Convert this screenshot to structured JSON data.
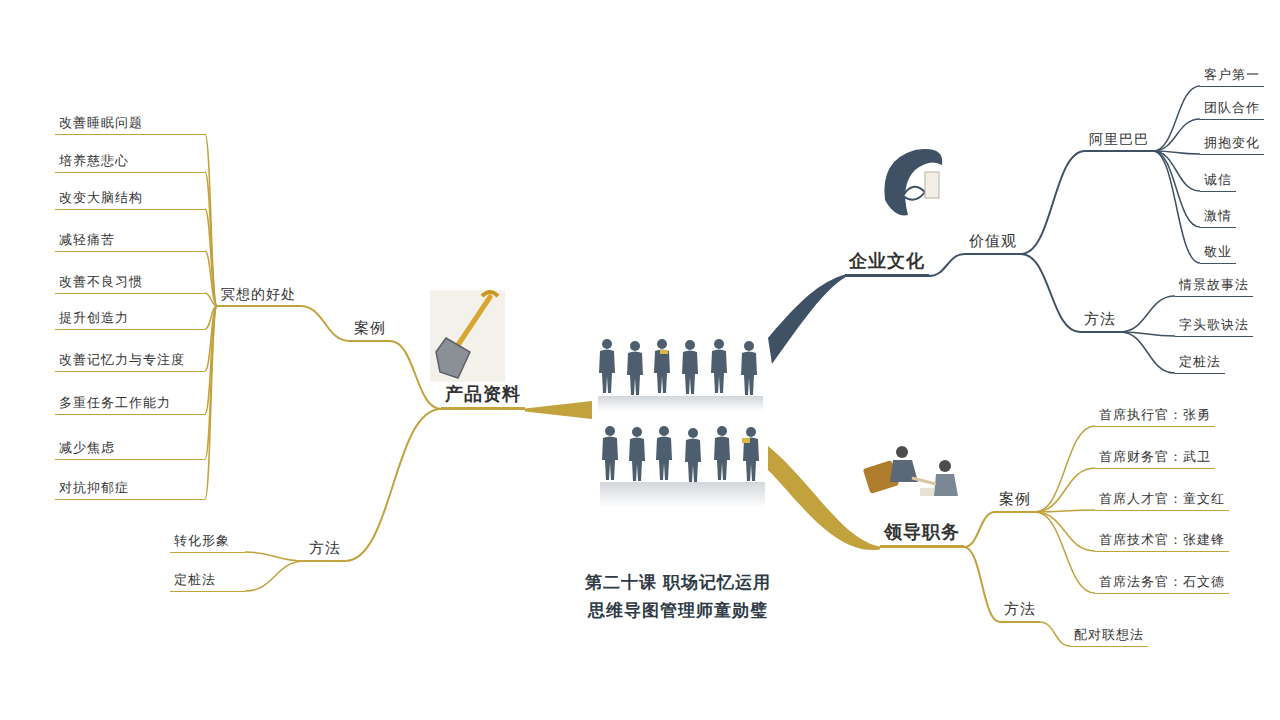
{
  "diagram": {
    "title": "第二十课 职场记忆运用",
    "caption": "思维导图管理师童勋璧",
    "nodes": [
      {
        "text": [
          "产品资料"
        ]
      },
      {
        "text": [
          "案例"
        ]
      },
      {
        "text": [
          "冥想的好处"
        ]
      },
      {
        "text": [
          "改善睡眠问题"
        ]
      },
      {
        "text": [
          "培养慈悲心"
        ]
      },
      {
        "text": [
          "改变大脑结构"
        ]
      },
      {
        "text": [
          "减轻痛苦"
        ]
      },
      {
        "text": [
          "改善不良习惯"
        ]
      },
      {
        "text": [
          "提升创造力"
        ]
      },
      {
        "text": [
          "改善记忆力与专注度"
        ]
      },
      {
        "text": [
          "多重任务工作能力"
        ]
      },
      {
        "text": [
          "减少焦虑"
        ]
      },
      {
        "text": [
          "对抗抑郁症"
        ]
      },
      {
        "text": [
          "方法"
        ]
      },
      {
        "text": [
          "转化形象"
        ]
      },
      {
        "text": [
          "定桩法"
        ]
      },
      {
        "text": [
          "企业文化"
        ]
      },
      {
        "text": [
          "价值观"
        ]
      },
      {
        "text": [
          "阿里巴巴"
        ]
      },
      {
        "text": [
          "客户第一"
        ]
      },
      {
        "text": [
          "团队合作"
        ]
      },
      {
        "text": [
          "拥抱变化"
        ]
      },
      {
        "text": [
          "诚信"
        ]
      },
      {
        "text": [
          "激情"
        ]
      },
      {
        "text": [
          "敬业"
        ]
      },
      {
        "text": [
          "方法"
        ]
      },
      {
        "text": [
          "情景故事法"
        ]
      },
      {
        "text": [
          "字头歌诀法"
        ]
      },
      {
        "text": [
          "定桩法"
        ]
      },
      {
        "text": [
          "领导职务"
        ]
      },
      {
        "text": [
          "案例"
        ]
      },
      {
        "text": [
          "首席执行官：张勇"
        ]
      },
      {
        "text": [
          "首席财务官：武卫"
        ]
      },
      {
        "text": [
          "首席人才官：童文红"
        ]
      },
      {
        "text": [
          "首席技术官：张建锋"
        ]
      },
      {
        "text": [
          "首席法务官：石文德"
        ]
      },
      {
        "text": [
          "方法"
        ]
      },
      {
        "text": [
          "配对联想法"
        ]
      }
    ],
    "edges": [
      {
        "from": 0,
        "to": 1,
        "arrow": "none"
      },
      {
        "from": 1,
        "to": 2,
        "arrow": "none"
      },
      {
        "from": 2,
        "to": 3,
        "arrow": "none"
      },
      {
        "from": 2,
        "to": 4,
        "arrow": "none"
      },
      {
        "from": 2,
        "to": 5,
        "arrow": "none"
      },
      {
        "from": 2,
        "to": 6,
        "arrow": "none"
      },
      {
        "from": 2,
        "to": 7,
        "arrow": "none"
      },
      {
        "from": 2,
        "to": 8,
        "arrow": "none"
      },
      {
        "from": 2,
        "to": 9,
        "arrow": "none"
      },
      {
        "from": 2,
        "to": 10,
        "arrow": "none"
      },
      {
        "from": 2,
        "to": 11,
        "arrow": "none"
      },
      {
        "from": 2,
        "to": 12,
        "arrow": "none"
      },
      {
        "from": 0,
        "to": 13,
        "arrow": "none"
      },
      {
        "from": 13,
        "to": 14,
        "arrow": "none"
      },
      {
        "from": 13,
        "to": 15,
        "arrow": "none"
      },
      {
        "from": 16,
        "to": 17,
        "arrow": "none"
      },
      {
        "from": 17,
        "to": 18,
        "arrow": "none"
      },
      {
        "from": 18,
        "to": 19,
        "arrow": "none"
      },
      {
        "from": 18,
        "to": 20,
        "arrow": "none"
      },
      {
        "from": 18,
        "to": 21,
        "arrow": "none"
      },
      {
        "from": 18,
        "to": 22,
        "arrow": "none"
      },
      {
        "from": 18,
        "to": 23,
        "arrow": "none"
      },
      {
        "from": 18,
        "to": 24,
        "arrow": "none"
      },
      {
        "from": 17,
        "to": 25,
        "arrow": "none"
      },
      {
        "from": 25,
        "to": 26,
        "arrow": "none"
      },
      {
        "from": 25,
        "to": 27,
        "arrow": "none"
      },
      {
        "from": 25,
        "to": 28,
        "arrow": "none"
      },
      {
        "from": 29,
        "to": 30,
        "arrow": "none"
      },
      {
        "from": 30,
        "to": 31,
        "arrow": "none"
      },
      {
        "from": 30,
        "to": 32,
        "arrow": "none"
      },
      {
        "from": 30,
        "to": 33,
        "arrow": "none"
      },
      {
        "from": 30,
        "to": 34,
        "arrow": "none"
      },
      {
        "from": 30,
        "to": 35,
        "arrow": "none"
      },
      {
        "from": 29,
        "to": 36,
        "arrow": "none"
      },
      {
        "from": 36,
        "to": 37,
        "arrow": "none"
      }
    ]
  }
}
